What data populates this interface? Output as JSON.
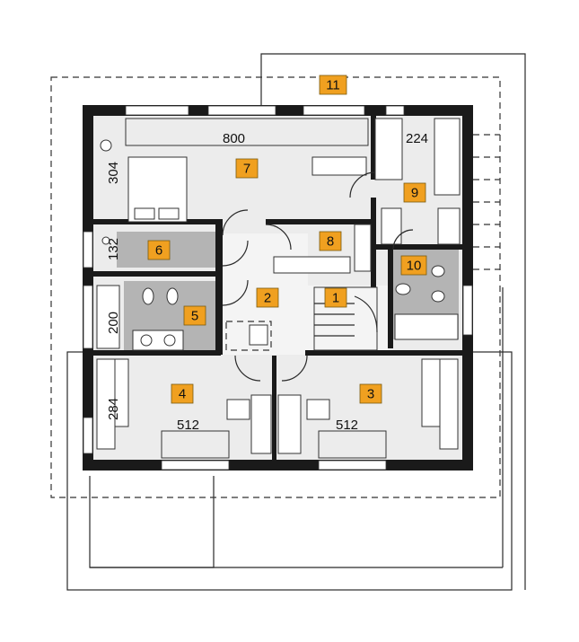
{
  "colors": {
    "floor_light": "#ececec",
    "floor_bath": "#b4b4b4",
    "wall": "#1a1a1a",
    "label_fill": "#f0a020"
  },
  "rooms": [
    {
      "number": "1"
    },
    {
      "number": "2"
    },
    {
      "number": "3"
    },
    {
      "number": "4"
    },
    {
      "number": "5"
    },
    {
      "number": "6"
    },
    {
      "number": "7"
    },
    {
      "number": "8"
    },
    {
      "number": "9"
    },
    {
      "number": "10"
    },
    {
      "number": "11"
    }
  ],
  "dimensions": {
    "bedroom7_width": "800",
    "room9_width": "224",
    "bedroom7_depth": "304",
    "room6_depth": "132",
    "bath5_depth": "200",
    "room4_depth": "284",
    "room4_width": "512",
    "room3_width": "512"
  }
}
